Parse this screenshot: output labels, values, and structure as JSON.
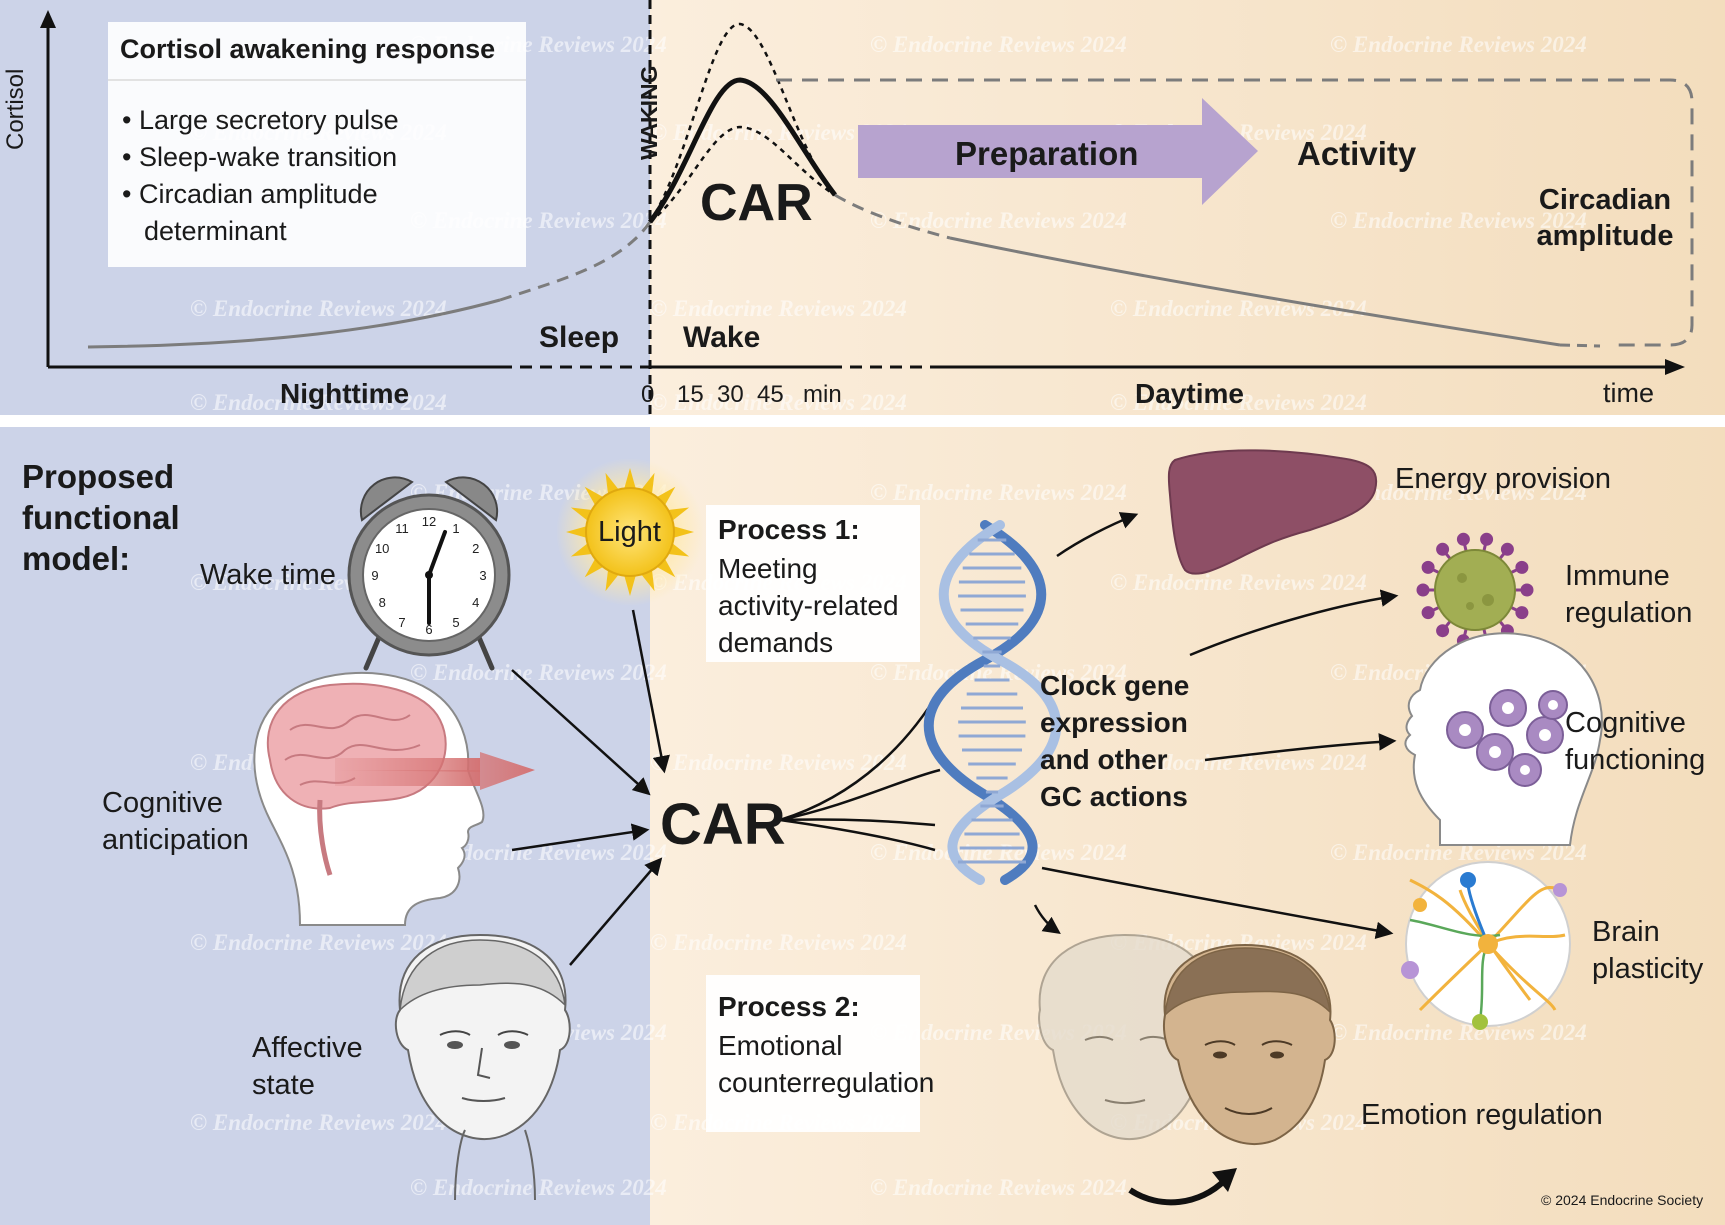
{
  "colors": {
    "night_bg": "#ccd3e8",
    "day_bg": "#f6e3c8",
    "arrow_purple": "#b7a3cf",
    "liver": "#8e4f66",
    "virus": "#a2ae53",
    "gear": "#a98ac2",
    "dna": "#4f7cbf"
  },
  "top": {
    "y_axis_label": "Cortisol",
    "info_title": "Cortisol awakening response",
    "bullets": [
      "Large secretory pulse",
      "Sleep-wake transition",
      "Circadian amplitude determinant"
    ],
    "waking_label": "WAKING",
    "car_label": "CAR",
    "preparation_label": "Preparation",
    "activity_label": "Activity",
    "circadian_amplitude_label": "Circadian amplitude",
    "sleep_label": "Sleep",
    "wake_label": "Wake",
    "nighttime_label": "Nighttime",
    "daytime_label": "Daytime",
    "time_label": "time",
    "minute_ticks": [
      "0",
      "15",
      "30",
      "45",
      "min"
    ]
  },
  "bottom": {
    "model_title": "Proposed functional model:",
    "wake_time_label": "Wake time",
    "clock_numbers": [
      "12",
      "1",
      "2",
      "3",
      "4",
      "5",
      "6",
      "7",
      "8",
      "9",
      "10",
      "11"
    ],
    "cognitive_anticipation_label": "Cognitive anticipation",
    "affective_state_label": "Affective state",
    "light_label": "Light",
    "process1_title": "Process 1:",
    "process1_text": "Meeting activity-related demands",
    "car_label": "CAR",
    "process2_title": "Process 2:",
    "process2_text": "Emotional counterregulation",
    "clock_gene_text": "Clock gene expression and other GC actions",
    "outcomes": {
      "energy": "Energy provision",
      "immune": "Immune regulation",
      "cognitive": "Cognitive functioning",
      "brain": "Brain plasticity",
      "emotion": "Emotion regulation"
    }
  },
  "watermark": "© Endocrine Reviews 2024",
  "copyright": "© 2024 Endocrine Society"
}
